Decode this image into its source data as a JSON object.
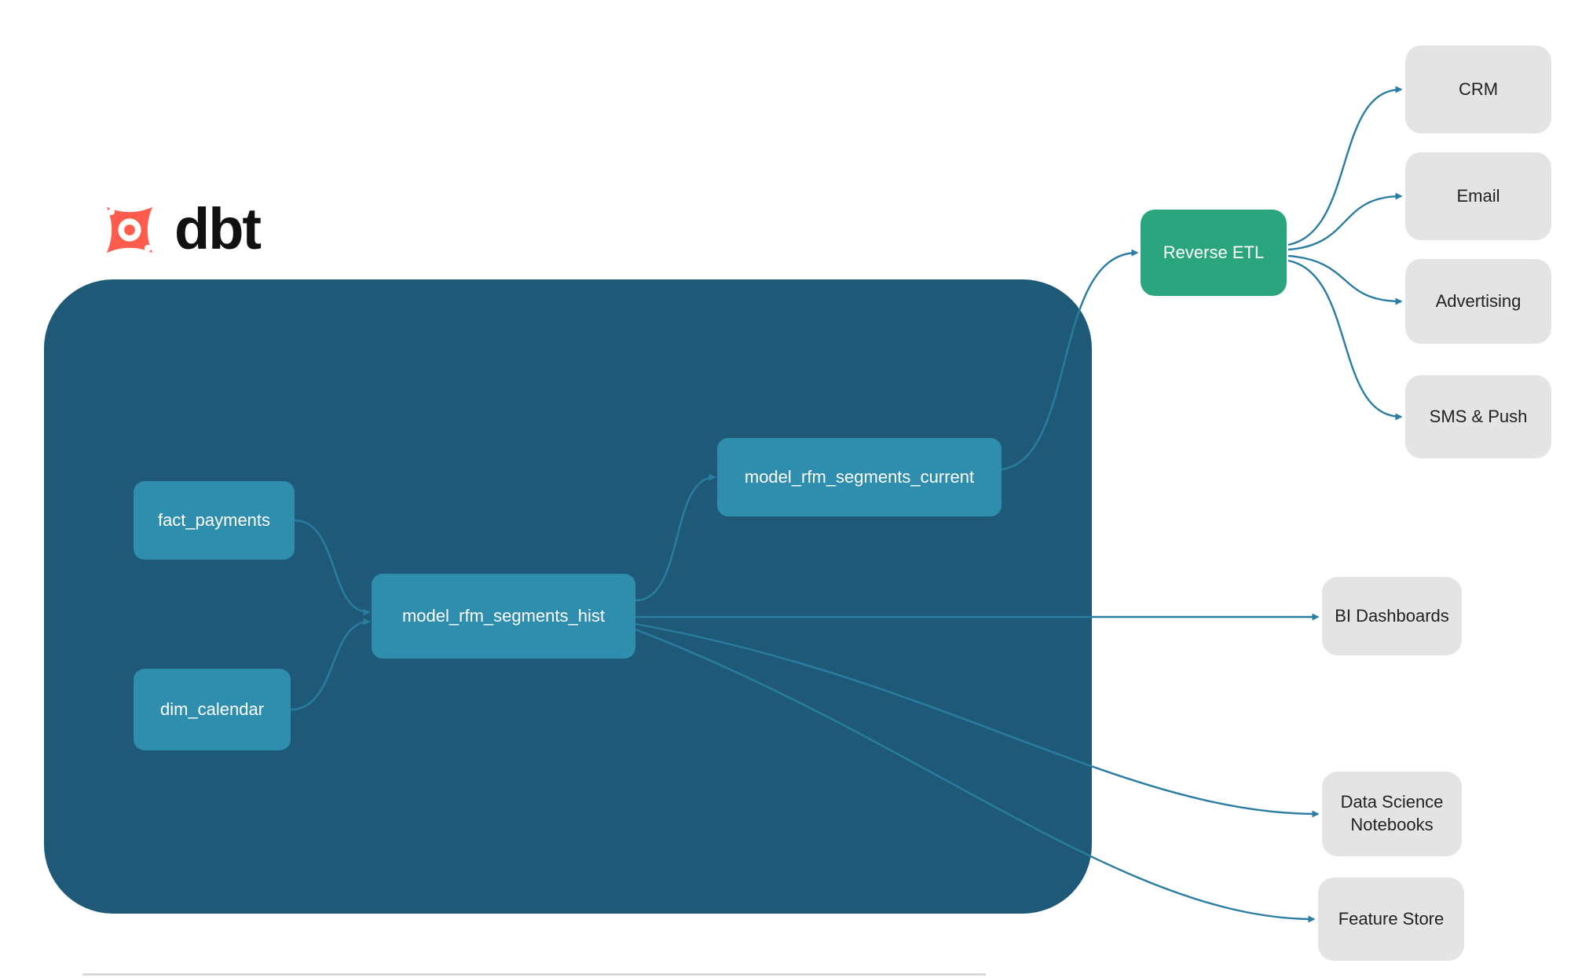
{
  "logo": {
    "text": "dbt"
  },
  "colors": {
    "container": "#1e5a78",
    "model_node": "#2f8dad",
    "reverse_etl_node": "#2ba57e",
    "destination_node": "#e4e4e4",
    "arrow": "#2a7da0",
    "logo_orange": "#ff5c4d"
  },
  "nodes": [
    {
      "id": "fact_payments",
      "label": "fact_payments",
      "type": "model"
    },
    {
      "id": "dim_calendar",
      "label": "dim_calendar",
      "type": "model"
    },
    {
      "id": "model_rfm_segments_hist",
      "label": "model_rfm_segments_hist",
      "type": "model"
    },
    {
      "id": "model_rfm_segments_current",
      "label": "model_rfm_segments_current",
      "type": "model"
    },
    {
      "id": "reverse_etl",
      "label": "Reverse ETL",
      "type": "tool"
    },
    {
      "id": "crm",
      "label": "CRM",
      "type": "destination"
    },
    {
      "id": "email",
      "label": "Email",
      "type": "destination"
    },
    {
      "id": "advertising",
      "label": "Advertising",
      "type": "destination"
    },
    {
      "id": "sms_push",
      "label": "SMS & Push",
      "type": "destination"
    },
    {
      "id": "bi_dashboards",
      "label": "BI Dashboards",
      "type": "destination"
    },
    {
      "id": "data_science_notebooks",
      "label": "Data Science Notebooks",
      "type": "destination"
    },
    {
      "id": "feature_store",
      "label": "Feature Store",
      "type": "destination"
    }
  ],
  "edges": [
    {
      "from": "fact_payments",
      "to": "model_rfm_segments_hist"
    },
    {
      "from": "dim_calendar",
      "to": "model_rfm_segments_hist"
    },
    {
      "from": "model_rfm_segments_hist",
      "to": "model_rfm_segments_current"
    },
    {
      "from": "model_rfm_segments_current",
      "to": "reverse_etl"
    },
    {
      "from": "reverse_etl",
      "to": "crm"
    },
    {
      "from": "reverse_etl",
      "to": "email"
    },
    {
      "from": "reverse_etl",
      "to": "advertising"
    },
    {
      "from": "reverse_etl",
      "to": "sms_push"
    },
    {
      "from": "model_rfm_segments_hist",
      "to": "bi_dashboards"
    },
    {
      "from": "model_rfm_segments_hist",
      "to": "data_science_notebooks"
    },
    {
      "from": "model_rfm_segments_hist",
      "to": "feature_store"
    }
  ]
}
